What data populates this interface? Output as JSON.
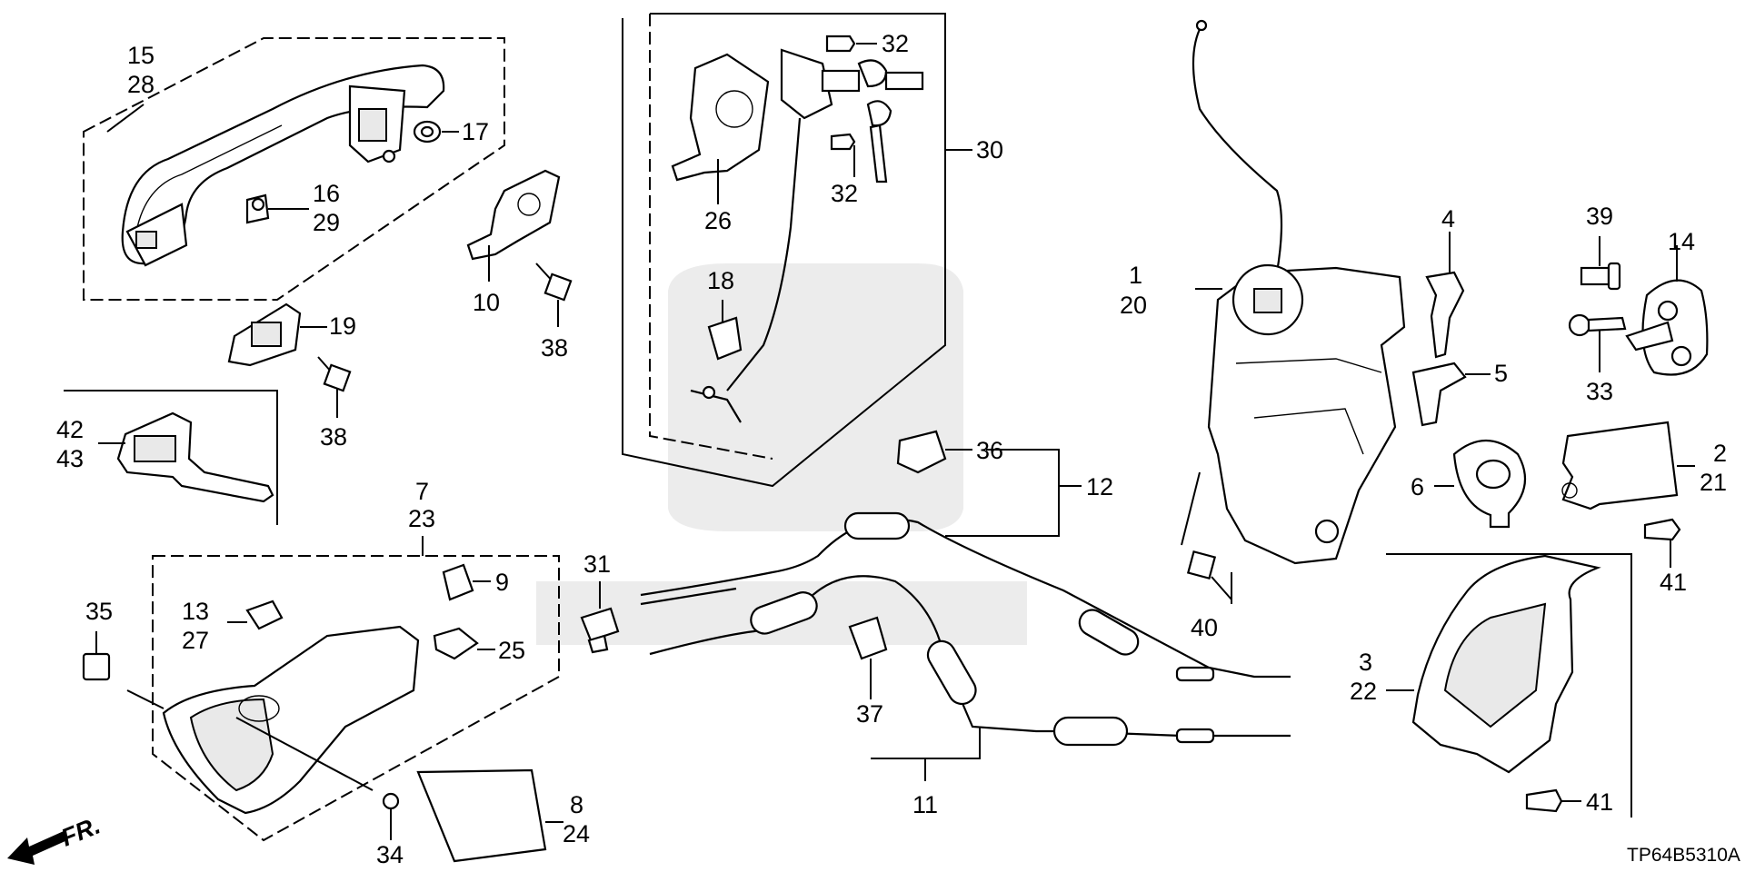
{
  "diagram_code": "TP64B5310A",
  "front_indicator": "FR.",
  "callouts": {
    "c1": "1",
    "c2": "2",
    "c3": "3",
    "c4": "4",
    "c5": "5",
    "c6": "6",
    "c7": "7",
    "c8": "8",
    "c9": "9",
    "c10": "10",
    "c11": "11",
    "c12": "12",
    "c13": "13",
    "c14": "14",
    "c15": "15",
    "c16": "16",
    "c17": "17",
    "c18": "18",
    "c19": "19",
    "c20": "20",
    "c21": "21",
    "c22": "22",
    "c23": "23",
    "c24": "24",
    "c25": "25",
    "c26": "26",
    "c27": "27",
    "c28": "28",
    "c29": "29",
    "c30": "30",
    "c31": "31",
    "c32a": "32",
    "c32b": "32",
    "c33": "33",
    "c34": "34",
    "c35": "35",
    "c36": "36",
    "c37": "37",
    "c38a": "38",
    "c38b": "38",
    "c39": "39",
    "c40": "40",
    "c41a": "41",
    "c41b": "41",
    "c42": "42",
    "c43": "43"
  }
}
